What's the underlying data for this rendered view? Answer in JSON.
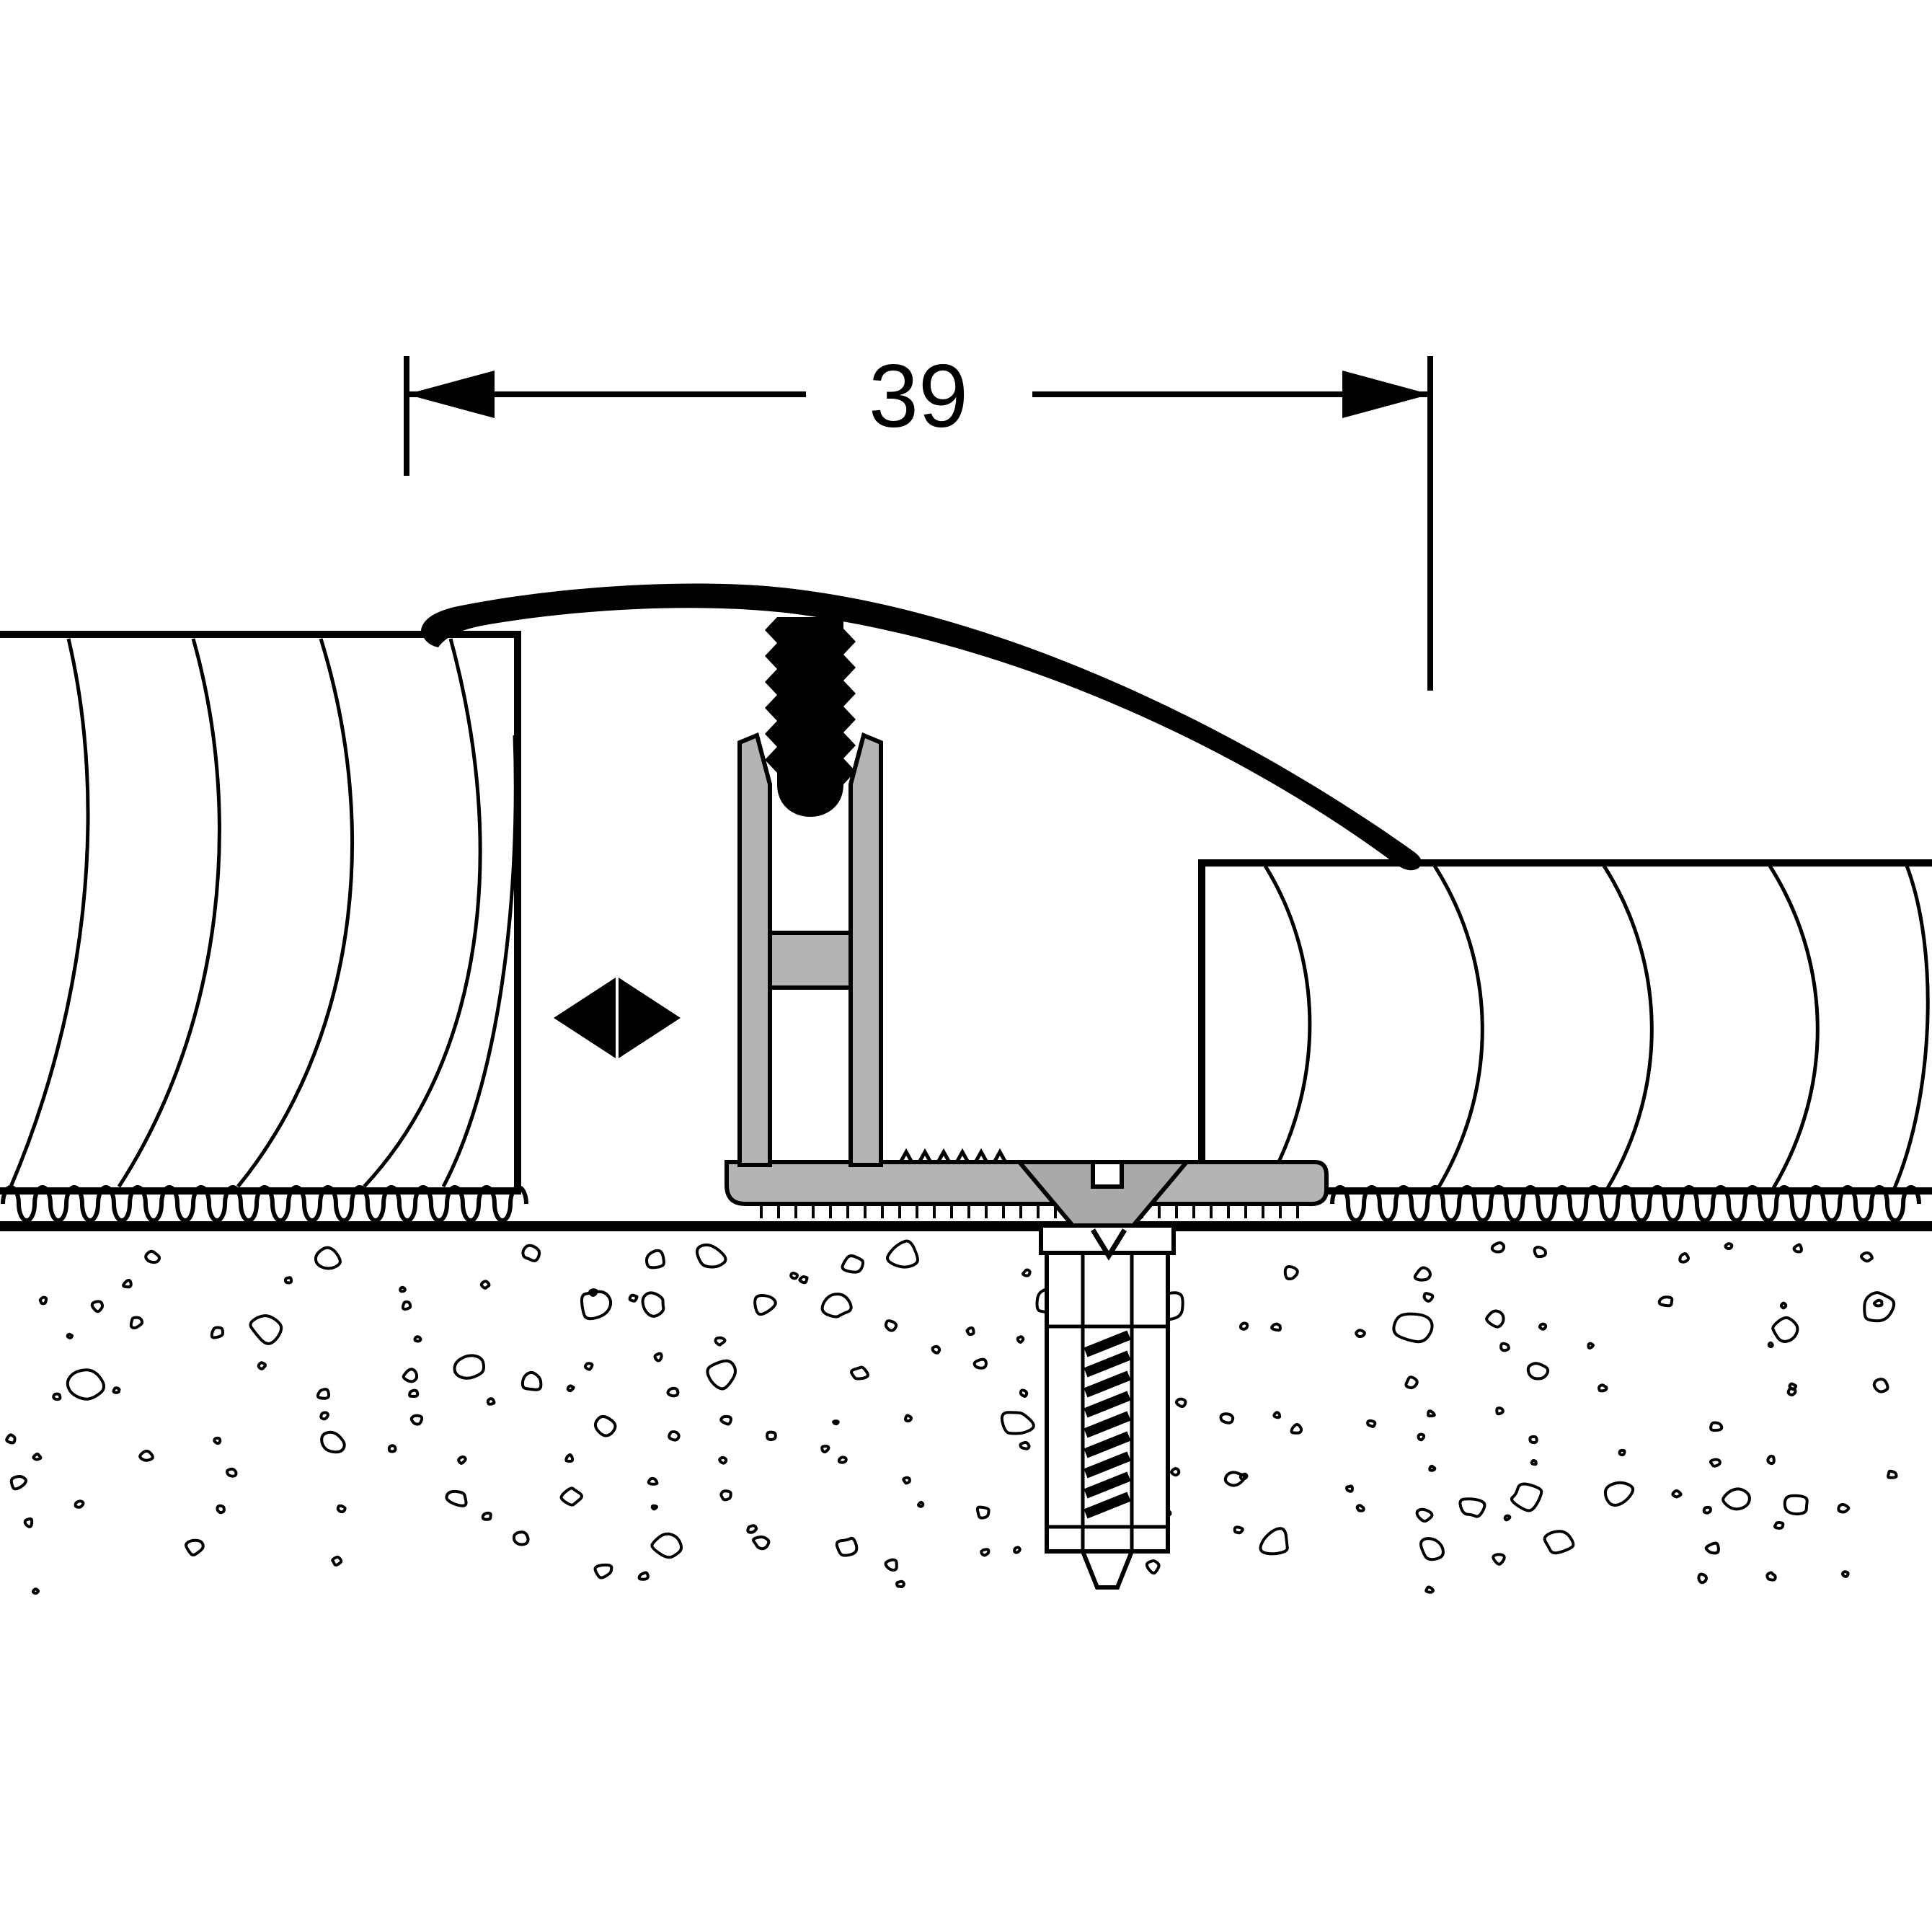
{
  "dimension": {
    "label": "39"
  },
  "colors": {
    "line": "#000000",
    "background": "#ffffff",
    "profile_gray": "#b4b4b4",
    "screw_gray": "#a9a9a9"
  },
  "parts": {
    "cover_profile": "curved-transition-cover-profile",
    "clip_stem": "threaded-click-stem",
    "base_track": "base-track-profile",
    "screw": "countersunk-screw",
    "wall_plug": "wall-plug-anchor",
    "floor_left": "wood-floor-left",
    "floor_right": "wood-floor-right",
    "underlay": "resilient-underlay",
    "subfloor": "screed-subfloor",
    "adjustment": "width-adjustment-arrows"
  }
}
